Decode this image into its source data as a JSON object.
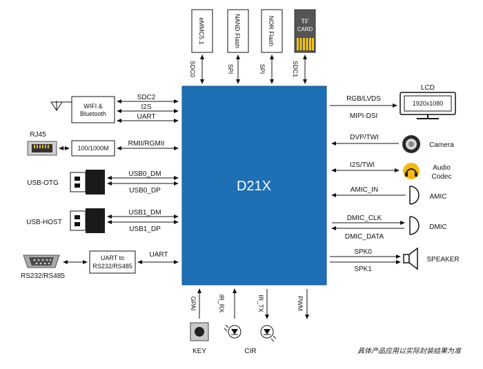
{
  "chip": {
    "label": "D21X",
    "color": "#1f6fb5"
  },
  "memory": {
    "emmc": {
      "label": "eMMC5.1",
      "bus": "SDC0"
    },
    "nand": {
      "label": "NAND Flash",
      "bus": "SPI"
    },
    "nor": {
      "label": "NOR Flash",
      "bus": "SPI"
    },
    "tf": {
      "label_line1": "TF",
      "label_line2": "CARD",
      "bus": "SDC1"
    }
  },
  "left": {
    "wifi": {
      "label_line1": "WIFI &",
      "label_line2": "Bluetooth",
      "buses": [
        "SDC2",
        "I2S",
        "UART"
      ]
    },
    "ethernet": {
      "connector": "RJ45",
      "phy": "100/1000M",
      "bus": "RMII/RGMII"
    },
    "usb_otg": {
      "label": "USB-OTG",
      "buses": [
        "USB0_DM",
        "USB0_DP"
      ]
    },
    "usb_host": {
      "label": "USB-HOST",
      "buses": [
        "USB1_DM",
        "USB1_DP"
      ]
    },
    "serial": {
      "connector": "RS232/RS485",
      "converter_line1": "UART to",
      "converter_line2": "RS232/RS485",
      "bus": "UART"
    }
  },
  "right": {
    "lcd": {
      "label": "LCD",
      "resolution": "1920x1080",
      "buses": [
        "RGB/LVDS",
        "MIPI-DSI"
      ]
    },
    "camera": {
      "label": "Camera",
      "bus": "DVP/TWI"
    },
    "audio_codec": {
      "label_line1": "Audio",
      "label_line2": "Codec",
      "bus": "I2S/TWI"
    },
    "amic": {
      "label": "AMIC",
      "bus": "AMIC_IN"
    },
    "dmic": {
      "label": "DMIC",
      "buses": [
        "DMIC_CLK",
        "DMIC_DATA"
      ]
    },
    "speaker": {
      "label": "SPEAKER",
      "buses": [
        "SPK0",
        "SPK1"
      ]
    }
  },
  "bottom": {
    "key": {
      "label": "KEY",
      "bus": "GPAI"
    },
    "cir": {
      "label": "CIR",
      "buses": [
        "IR_RX",
        "IR_TX"
      ]
    },
    "pwm": {
      "bus": "PWM"
    }
  },
  "note": "具体产品应用以实际封装结果为准"
}
